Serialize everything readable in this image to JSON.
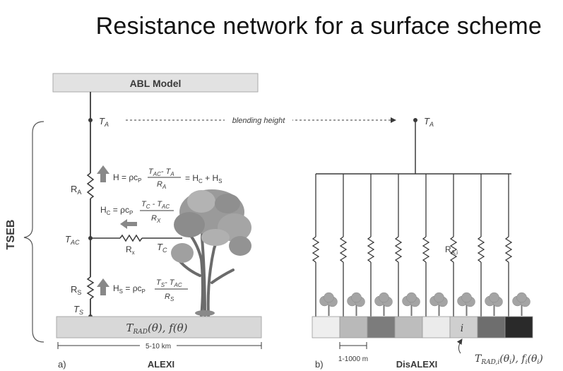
{
  "title": "Resistance network for a surface scheme",
  "alexi": {
    "abl_label": "ABL Model",
    "ta": "T",
    "ta_sub": "A",
    "blending": "blending height",
    "ra": "R",
    "ra_sub": "A",
    "tac": "T",
    "tac_sub": "AC",
    "rx": "R",
    "rx_sub": "x",
    "tc": "T",
    "tc_sub": "C",
    "rs": "R",
    "rs_sub": "S",
    "ts": "T",
    "ts_sub": "S",
    "eq_h": "H = ρc",
    "eq_h_sub": "P",
    "eq_h_num": "T",
    "eq_h_num_sub1": "AC",
    "eq_h_num_mid": "- T",
    "eq_h_num_sub2": "A",
    "eq_h_den": "R",
    "eq_h_den_sub": "A",
    "eq_h_tail": "= H",
    "eq_h_tail_sub1": "C",
    "eq_h_tail_mid": " + H",
    "eq_h_tail_sub2": "S",
    "eq_hc": "H",
    "eq_hc_sub": "C",
    "eq_hc_mid": " = ρc",
    "eq_hc_sub2": "P",
    "eq_hc_num": "T",
    "eq_hc_num_sub1": "C",
    "eq_hc_num_mid": " - T",
    "eq_hc_num_sub2": "AC",
    "eq_hc_den": "R",
    "eq_hc_den_sub": "X",
    "eq_hs": "H",
    "eq_hs_sub": "S",
    "eq_hs_mid": " = ρc",
    "eq_hs_sub2": "P",
    "eq_hs_num": "T",
    "eq_hs_num_sub1": "S",
    "eq_hs_num_mid": "- T",
    "eq_hs_num_sub2": "AC",
    "eq_hs_den": "R",
    "eq_hs_den_sub": "S",
    "surface_t": "T",
    "surface_t_sub": "RAD",
    "surface_rest": "(θ), f(θ)",
    "scale": "5-10 km",
    "panel": "a)",
    "name": "ALEXI",
    "tseb": "TSEB"
  },
  "disalexi": {
    "ta": "T",
    "ta_sub": "A",
    "rai": "R",
    "rai_sub": "A,i",
    "cell_label": "i",
    "scale": "1-1000 m",
    "trad_t": "T",
    "trad_sub": "RAD,i",
    "trad_rest": "(θ",
    "trad_rest_sub": "i",
    "trad_rest2": "), f",
    "trad_rest2_sub": "i",
    "trad_rest3": "(θ",
    "trad_rest3_sub": "i",
    "trad_rest4": ")",
    "panel": "b)",
    "name": "DisALEXI",
    "cell_shades": [
      "#eeeeee",
      "#b9b9b9",
      "#7c7c7c",
      "#bdbdbd",
      "#ebebeb",
      "#cfcfcf",
      "#6e6e6e",
      "#2a2a2a"
    ]
  }
}
